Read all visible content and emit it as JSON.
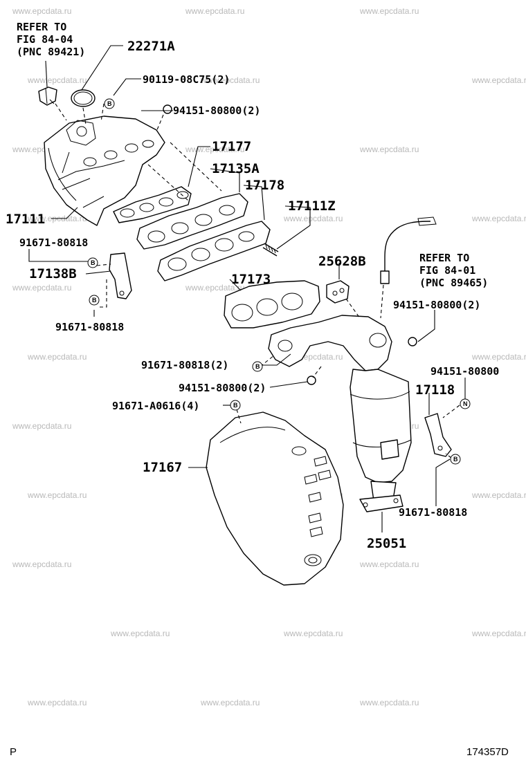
{
  "watermark": "www.epcdata.ru",
  "corner_left": "P",
  "corner_right": "174357D",
  "refer_intake": {
    "line1": "REFER TO",
    "line2": "FIG 84-04",
    "line3": "(PNC 89421)"
  },
  "refer_sensor": {
    "line1": "REFER TO",
    "line2": "FIG 84-01",
    "line3": "(PNC 89465)"
  },
  "parts": {
    "p22271A": "22271A",
    "p90119": "90119-08C75(2)",
    "p94151_top": "94151-80800(2)",
    "p17177": "17177",
    "p17135A": "17135A",
    "p17178": "17178",
    "p17111Z": "17111Z",
    "p17111": "17111",
    "p91671_a": "91671-80818",
    "p17138B": "17138B",
    "p91671_b": "91671-80818",
    "p25628B": "25628B",
    "p17173": "17173",
    "p94151_right": "94151-80800(2)",
    "p91671_c": "91671-80818(2)",
    "p94151_mid": "94151-80800(2)",
    "p91671_A0616": "91671-A0616(4)",
    "p94151_n": "94151-80800",
    "p17118": "17118",
    "p17167": "17167",
    "p91671_d": "91671-80818",
    "p25051": "25051"
  },
  "symbols": {
    "bolt": "B",
    "nut": "N"
  }
}
